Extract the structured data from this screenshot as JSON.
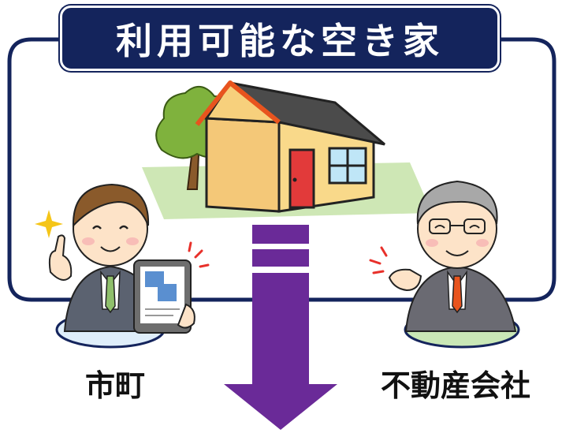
{
  "title": "利用可能な空き家",
  "actors": {
    "left_label": "市町",
    "right_label": "不動産会社"
  },
  "colors": {
    "frame": "#14245c",
    "arrow": "#6a2a98",
    "house_wall": "#f9d98a",
    "house_roof": "#4b4b4b",
    "roof_trim": "#e8541e",
    "door": "#e23a3a",
    "lawn": "#c5e3a8"
  }
}
